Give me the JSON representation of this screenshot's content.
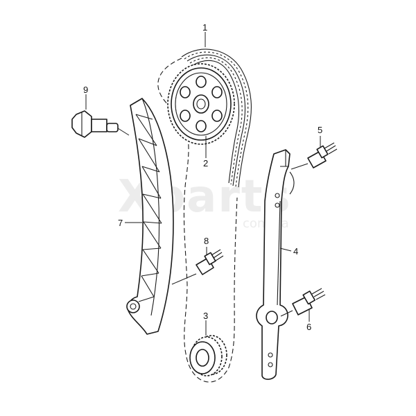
{
  "diagram": {
    "callouts": {
      "c1": "1",
      "c2": "2",
      "c3": "3",
      "c4": "4",
      "c5": "5",
      "c6": "6",
      "c7": "7",
      "c8": "8",
      "c9": "9"
    },
    "watermark": {
      "main": "Xparts",
      "sub": "com.ua"
    }
  }
}
